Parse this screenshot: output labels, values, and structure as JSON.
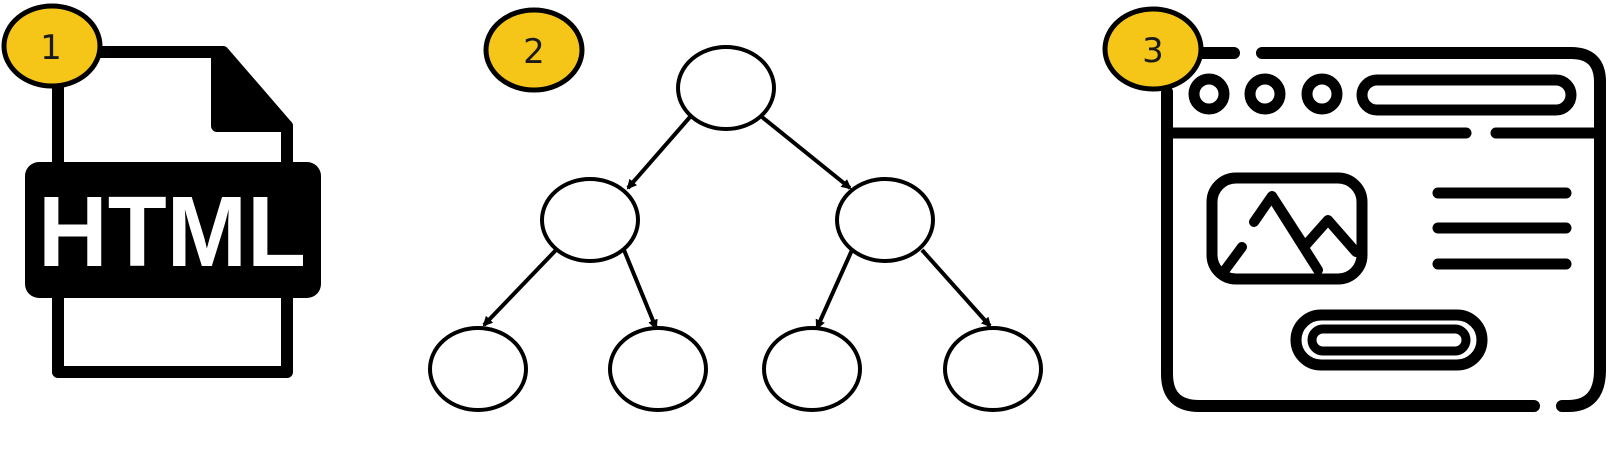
{
  "badges": {
    "one": "1",
    "two": "2",
    "three": "3"
  },
  "file_icon": {
    "label": "HTML"
  },
  "colors": {
    "badge_fill": "#f5c518",
    "stroke": "#000000",
    "background": "#ffffff"
  }
}
